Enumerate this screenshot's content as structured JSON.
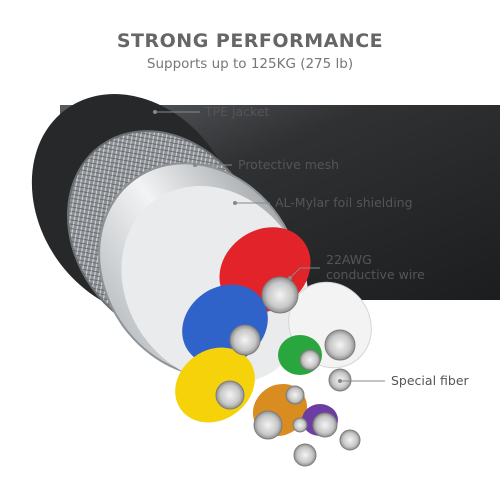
{
  "header": {
    "title": "STRONG PERFORMANCE",
    "subtitle": "Supports up to 125KG (275 lb)"
  },
  "callouts": {
    "jacket": "TPE jacket",
    "mesh": "Protective mesh",
    "foil": "AL-Mylar foil shielding",
    "wire_line1": "22AWG",
    "wire_line2": "conductive wire",
    "fiber": "Special fiber"
  },
  "colors": {
    "jacket": "#2f3133",
    "mesh": "#9a9da1",
    "foil": "#d9dcdf",
    "red": "#e2232a",
    "white": "#f3f3f3",
    "blue": "#2f63c9",
    "yellow": "#f5d20a",
    "orange": "#d98c1f",
    "green": "#2aa63e",
    "purple": "#6c3ea3",
    "copper": "#c9c9c9",
    "leader": "#888888"
  }
}
